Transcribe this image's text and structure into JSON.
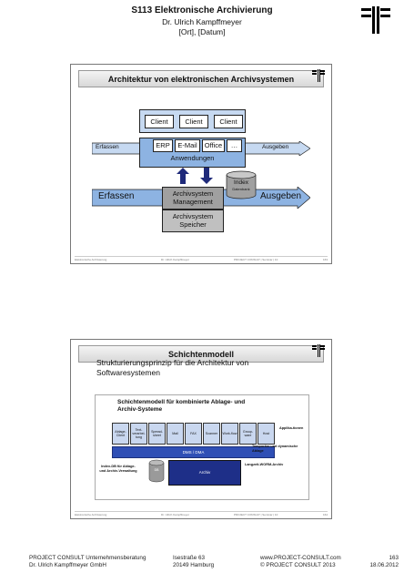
{
  "header": {
    "title": "S113 Elektronische Archivierung",
    "author": "Dr. Ulrich Kampffmeyer",
    "place_date": "[Ort], [Datum]"
  },
  "slide1": {
    "title": "Architektur von elektronischen Archivsystemen",
    "clients": [
      "Client",
      "Client",
      "Client"
    ],
    "apps": [
      "ERP",
      "E-Mail",
      "Office",
      "…"
    ],
    "anwendungen": "Anwendungen",
    "erfassen_small": "Erfassen",
    "ausgeben_small": "Ausgeben",
    "erfassen": "Erfassen",
    "ausgeben": "Ausgeben",
    "management": "Archivsystem Management",
    "speicher": "Archivsystem Speicher",
    "index": "Index",
    "index_sub": "Datenbank",
    "footer": [
      "Elektronische Archivierung",
      "Dr. Ulrich Kampffmeyer",
      "PROJECT CONSULT | Seminar | 10",
      "163"
    ]
  },
  "slide2": {
    "title": "Schichtenmodell",
    "text": "Strukturierungsprinzip für die Architektur von Softwaresystemen",
    "diagram_title": "Schichtenmodell für kombinierte Ablage- und Archiv-Systeme",
    "cells": [
      "Ablage-Client",
      "Text-verarbei-tung",
      "Spread-sheet",
      "Mail",
      "FAX",
      "Scanner",
      "Work-flow",
      "Group-ware",
      "Host"
    ],
    "applikationen": "Applika-tionen",
    "dms": "DMS / DMA",
    "temp": "Temporäre und dynamische Ablage",
    "db": "DB",
    "archiv": "Archiv",
    "langzeit": "Langzeit-WORM-Archiv",
    "index_db": "Index-DB für Ablage- und Archiv-Verwaltung",
    "footer": [
      "Elektronische Archivierung",
      "Dr. Ulrich Kampffmeyer",
      "PROJECT CONSULT | Seminar | 10",
      "164"
    ]
  },
  "footer": {
    "company": "PROJECT CONSULT Unternehmensberatung",
    "person": "Dr. Ulrich Kampffmeyer GmbH",
    "street": "Isestraße 63",
    "city": "20149 Hamburg",
    "web": "www.PROJECT-CONSULT.com",
    "copyright": "© PROJECT CONSULT 2013",
    "page": "163",
    "date": "18.06.2012"
  },
  "colors": {
    "accent_blue": "#8db3e2",
    "light_blue": "#c6d9f1",
    "gray": "#a0a0a0",
    "navy": "#1f2a7a"
  }
}
